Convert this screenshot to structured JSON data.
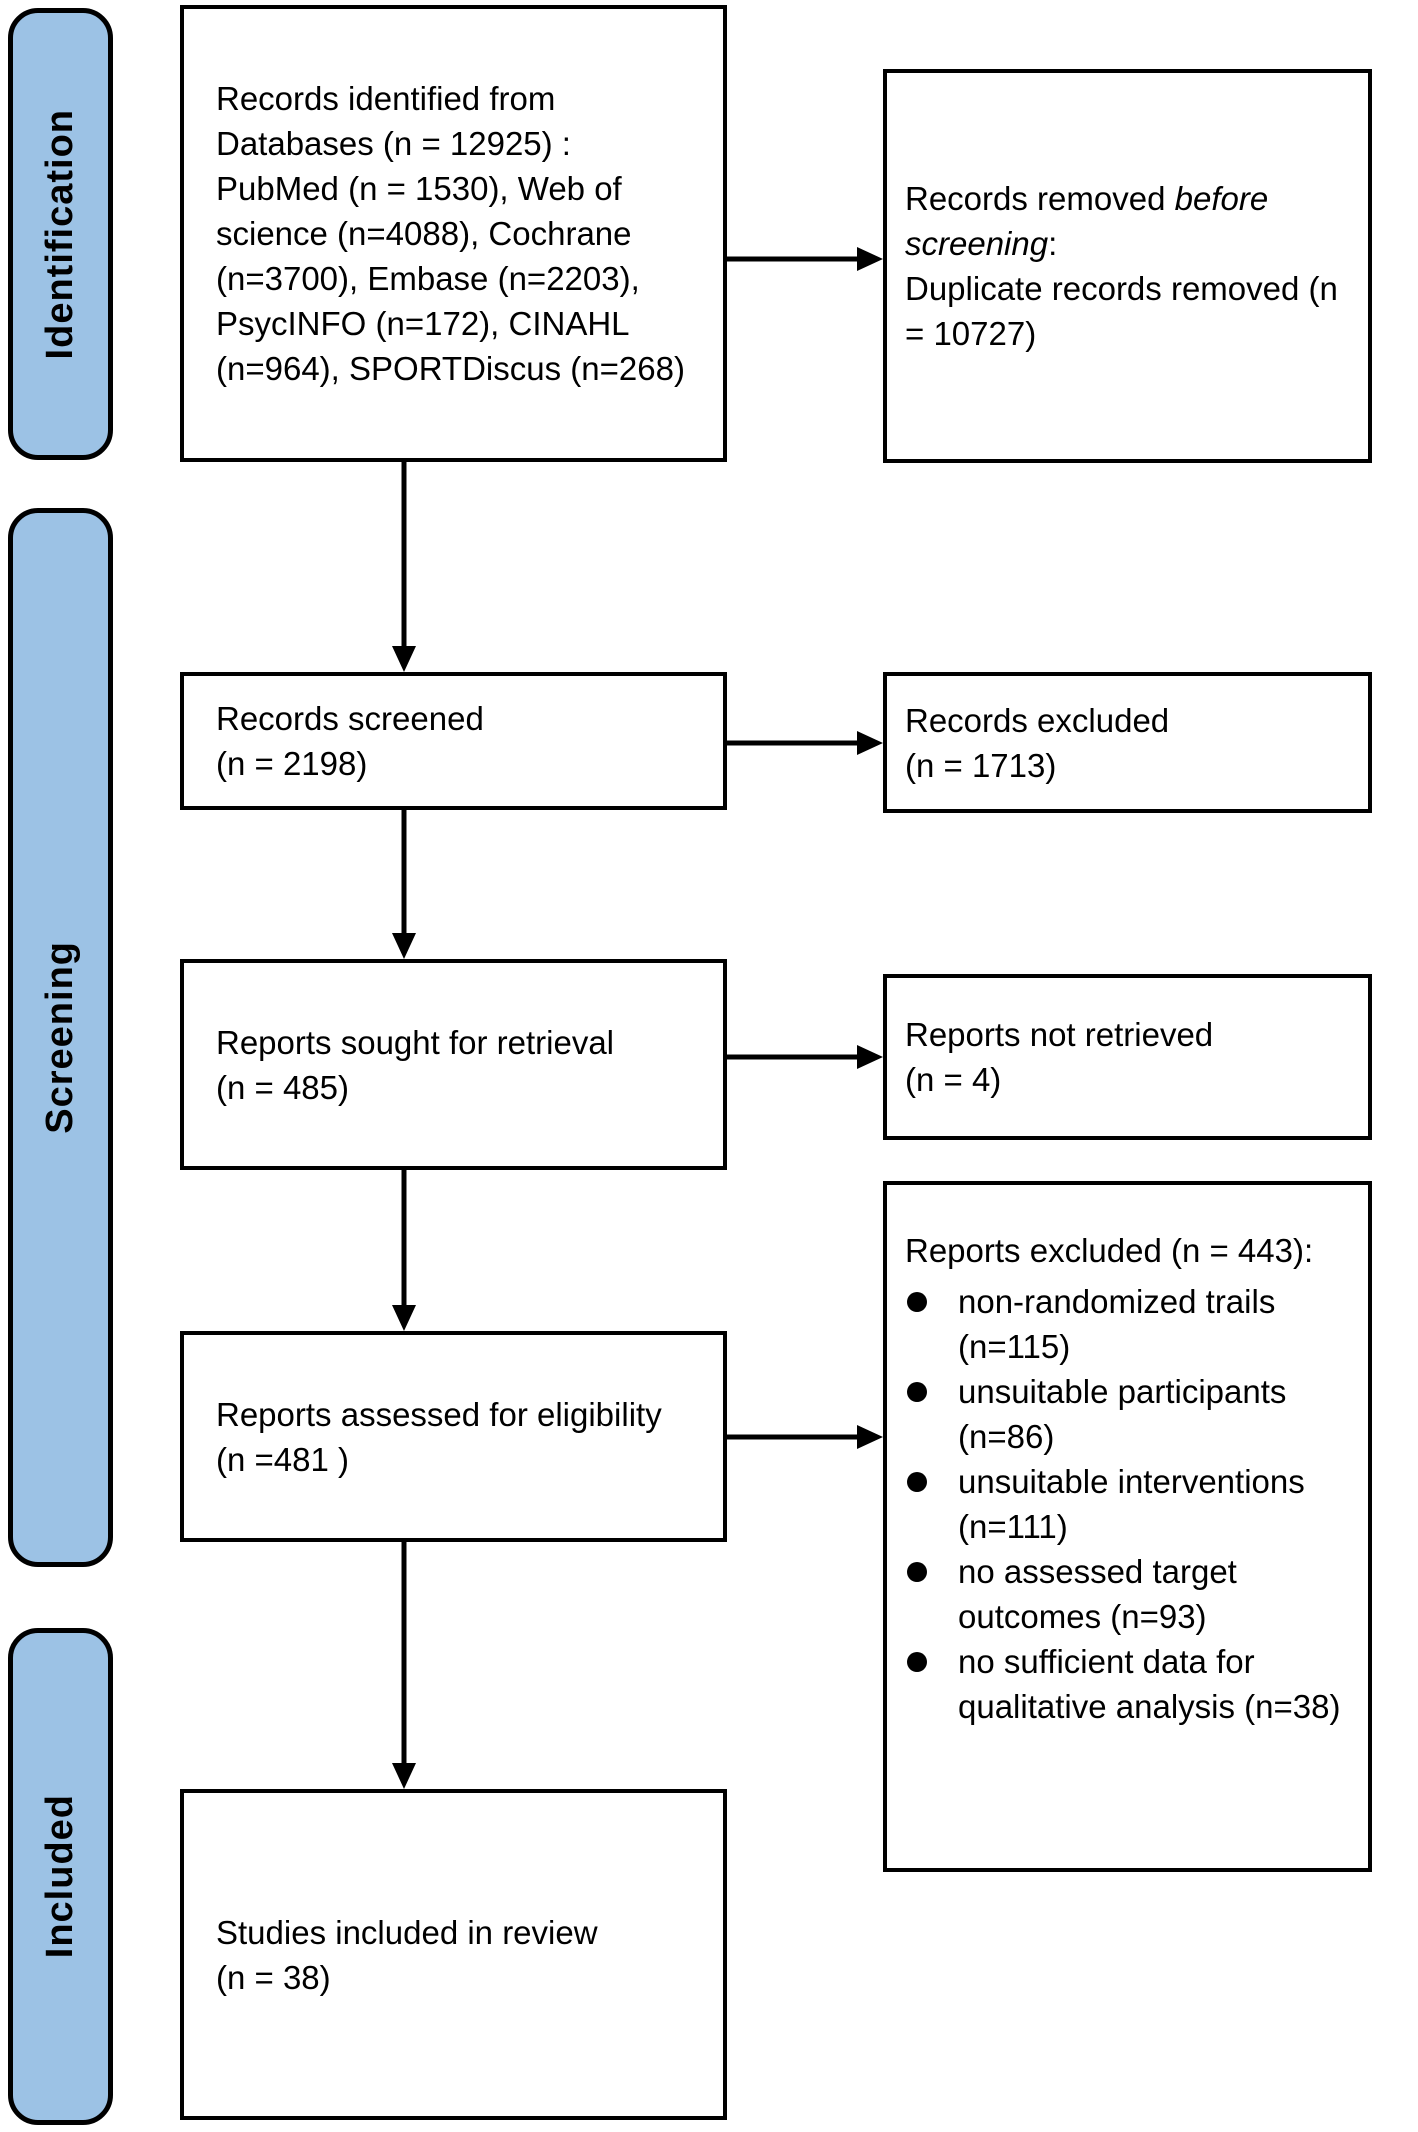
{
  "colors": {
    "stage_fill": "#9CC2E5",
    "stage_border": "#000000",
    "box_border": "#000000",
    "text": "#000000"
  },
  "stages": {
    "identification": "Identification",
    "screening": "Screening",
    "included": "Included"
  },
  "boxes": {
    "records_identified": {
      "text": "Records identified from Databases (n = 12925) : PubMed (n = 1530), Web of science (n=4088), Cochrane (n=3700), Embase (n=2203), PsycINFO (n=172), CINAHL (n=964), SPORTDiscus (n=268)"
    },
    "records_removed": {
      "prefix": "Records removed ",
      "italic": "before screening",
      "suffix": ":",
      "line2": "Duplicate records removed (n = 10727)"
    },
    "records_screened": {
      "label": "Records screened",
      "count": "(n = 2198)"
    },
    "records_excluded": {
      "label": "Records excluded",
      "count": "(n = 1713)"
    },
    "reports_sought": {
      "label": "Reports sought for retrieval",
      "count": "(n = 485)"
    },
    "reports_not_retrieved": {
      "label": "Reports not retrieved",
      "count": "(n = 4)"
    },
    "reports_assessed": {
      "label": "Reports assessed for eligibility",
      "count": "(n =481 )"
    },
    "reports_excluded": {
      "header": "Reports excluded (n = 443):",
      "items": [
        "non-randomized trails (n=115)",
        "unsuitable participants (n=86)",
        "unsuitable interventions (n=111)",
        "no assessed target outcomes (n=93)",
        "no sufficient data for qualitative analysis (n=38)"
      ]
    },
    "studies_included": {
      "label": "Studies included in review",
      "count": "(n = 38)"
    }
  }
}
